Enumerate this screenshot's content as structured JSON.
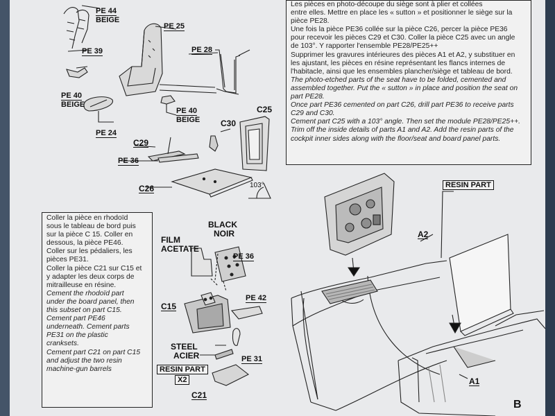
{
  "labels": {
    "pe44": "PE 44",
    "beige1": "BEIGE",
    "pe39": "PE 39",
    "pe40a": "PE 40",
    "beige2": "BEIGE",
    "pe24": "PE 24",
    "pe25": "PE 25",
    "pe28": "PE 28",
    "pe40b": "PE 40",
    "beige3": "BEIGE",
    "c25": "C25",
    "c30": "C30",
    "c29": "C29",
    "pe36a": "PE 36",
    "c26": "C26",
    "angle": "103°",
    "black": "BLACK",
    "noir": "NOIR",
    "film": "FILM",
    "acetate": "ACETATE",
    "pe36b": "PE 36",
    "c15": "C15",
    "pe42": "PE 42",
    "steel": "STEEL",
    "acier": "ACIER",
    "pe31": "PE 31",
    "resin_part_a": "RESIN PART",
    "x2": "X2",
    "c21": "C21",
    "resin_part_b": "RESIN PART",
    "a2": "A2",
    "a1": "A1",
    "page_letter": "B"
  },
  "top_text": {
    "fr_lines": [
      "Les pièces en photo-découpe du siège sont à plier et collées",
      "entre elles. Mettre en place les « sutton » et positionner le siège sur la",
      "pièce PE28.",
      "Une fois la pièce PE36 collée sur la pièce C26, percer la pièce PE36",
      "pour recevoir les pièces C29 et C30. Coller la pièce C25 avec un angle",
      "de 103°. Y rapporter l'ensemble PE28/PE25++",
      "Supprimer les gravures intérieures des pièces A1 et A2, y substituer en",
      "les ajustant, les pièces en résine représentant les flancs internes de",
      "l'habitacle, ainsi que les ensembles plancher/siège et tableau de bord."
    ],
    "en_lines": [
      "The photo-etched parts of the seat have to be folded, cemented and",
      "assembled together. Put the « sutton » in place and position the seat on",
      "part PE28.",
      "Once part PE36 cemented on part C26, drill part PE36 to receive parts",
      "C29 and C30.",
      "Cement part C25 with a 103° angle. Then set the module PE28/PE25++.",
      "Trim off the inside details of parts A1 and A2. Add the resin parts of the",
      "cockpit inner sides along with the floor/seat and board panel parts."
    ]
  },
  "left_text": {
    "fr_lines": [
      "Coller la pièce en rhodoïd",
      "sous le tableau de bord puis",
      "sur la pièce C 15. Coller en",
      "dessous, la pièce PE46.",
      "Coller sur les pédaliers, les",
      "pièces PE31.",
      "Coller la pièce C21 sur C15 et",
      "y adapter les deux corps de",
      "mitrailleuse en résine."
    ],
    "en_lines": [
      "Cement the rhodoïd part",
      "under the board panel, then",
      "this subset on part C15.",
      "Cement part PE46",
      "underneath. Cement parts",
      "PE31 on the plastic",
      "cranksets.",
      "Cement part C21 on part C15",
      "and adjust the two resin",
      "machine-gun barrels"
    ]
  }
}
